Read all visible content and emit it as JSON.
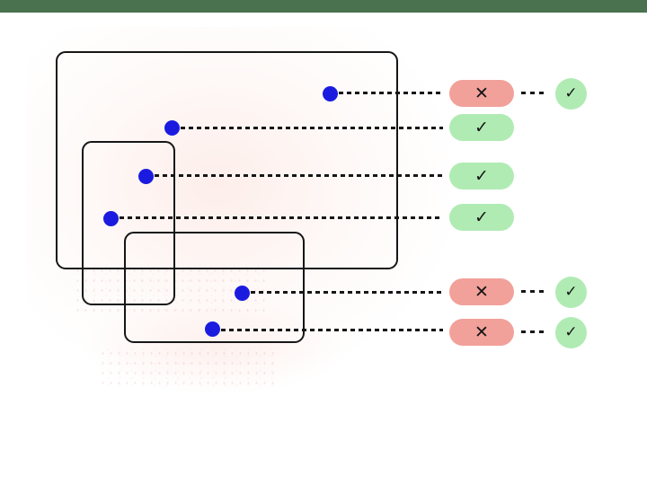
{
  "topbar": {
    "color": "#4a724e"
  },
  "colors": {
    "fail_badge_bg": "#f1a19a",
    "pass_badge_bg": "#b0ebb4",
    "dot_blue": "#1b1be0",
    "line_black": "#161616",
    "glow_pink": "#fbe0d9"
  },
  "icons": {
    "check": "✓",
    "cross": "✕"
  },
  "rows": [
    {
      "status": "fail",
      "badge_glyph": "✕",
      "secondary_glyph": "✓"
    },
    {
      "status": "pass",
      "badge_glyph": "✓"
    },
    {
      "status": "pass",
      "badge_glyph": "✓"
    },
    {
      "status": "pass",
      "badge_glyph": "✓"
    },
    {
      "status": "fail",
      "badge_glyph": "✕",
      "secondary_glyph": "✓"
    },
    {
      "status": "fail",
      "badge_glyph": "✕",
      "secondary_glyph": "✓"
    }
  ]
}
